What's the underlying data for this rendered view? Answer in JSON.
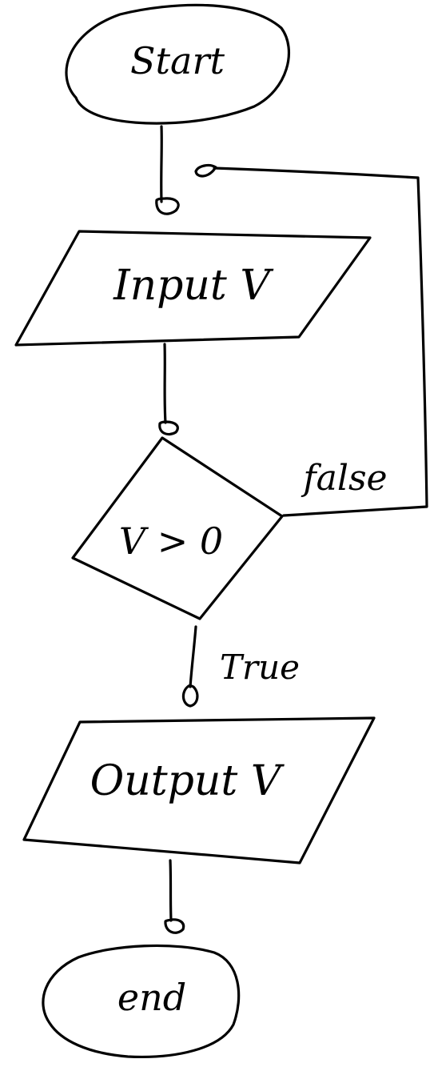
{
  "flowchart": {
    "nodes": {
      "start": {
        "shape": "oval",
        "label": "Start"
      },
      "input": {
        "shape": "parallelogram",
        "label": "Input V"
      },
      "decision": {
        "shape": "diamond",
        "label": "V > 0"
      },
      "output": {
        "shape": "parallelogram",
        "label": "Output V"
      },
      "end": {
        "shape": "oval",
        "label": "end"
      }
    },
    "edges": [
      {
        "from": "start",
        "to": "input",
        "label": ""
      },
      {
        "from": "input",
        "to": "decision",
        "label": ""
      },
      {
        "from": "decision",
        "to": "input",
        "label": "false"
      },
      {
        "from": "decision",
        "to": "output",
        "label": "True"
      },
      {
        "from": "output",
        "to": "end",
        "label": ""
      }
    ]
  }
}
